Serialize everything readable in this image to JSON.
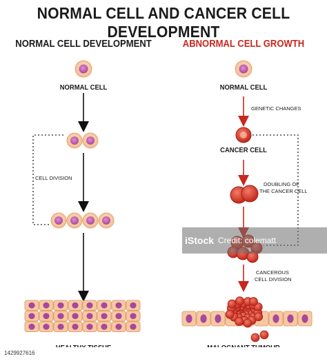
{
  "title": "NORMAL CELL AND CANCER CELL DEVELOPMENT",
  "left_panel": {
    "heading": "NORMAL CELL DEVELOPMENT",
    "start_label": "NORMAL CELL",
    "division_label": "CELL DIVISION",
    "end_label": "HEALTHY TISSUE"
  },
  "right_panel": {
    "heading": "ABNORMAL CELL GROWTH",
    "start_label": "NORMAL CELL",
    "step1": "GENETIC CHANGES",
    "cancer_label": "CANCER CELL",
    "step2_line1": "DOUBLING OF",
    "step2_line2": "THE CANCER CELL",
    "step3_line1": "CANCEROUS",
    "step3_line2": "CELL DIVISION",
    "end_label": "MALOGNANT TUMOUR"
  },
  "watermark": {
    "logo": "iStock",
    "credit": "Credit: colematt"
  },
  "image_id": "1429927616",
  "colors": {
    "normal_cell_fill": "#f6c9a3",
    "nucleus": "#c76ab8",
    "cancer_red": "#d6392c",
    "arrow_red": "#c8281e",
    "heading_red": "#c8281e"
  }
}
